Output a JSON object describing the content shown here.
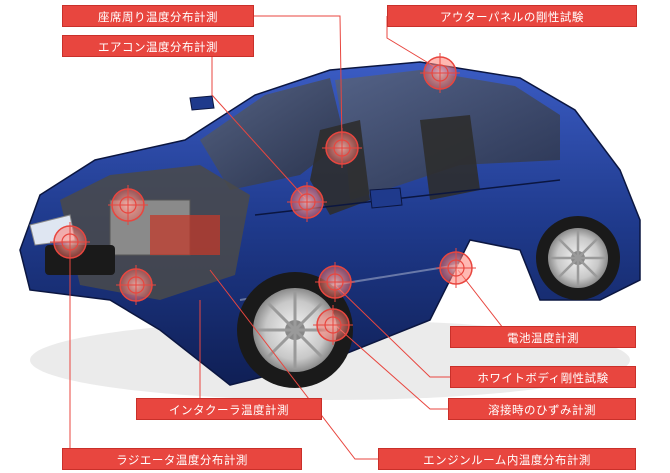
{
  "labels": {
    "seat": "座席周り温度分布計測",
    "aircon": "エアコン温度分布計測",
    "outer_panel": "アウターパネルの剛性試験",
    "battery": "電池温度計測",
    "white_body": "ホワイトボディ剛性試験",
    "welding": "溶接時のひずみ計測",
    "intercooler": "インタクーラ温度計測",
    "radiator": "ラジエータ温度分布計測",
    "engine_room": "エンジンルーム内温度分布計測"
  },
  "colors": {
    "label_bg": "#e8463f",
    "leader_line": "#e8463f",
    "target": "#e8463f",
    "body_paint": "#1f3a8c"
  }
}
